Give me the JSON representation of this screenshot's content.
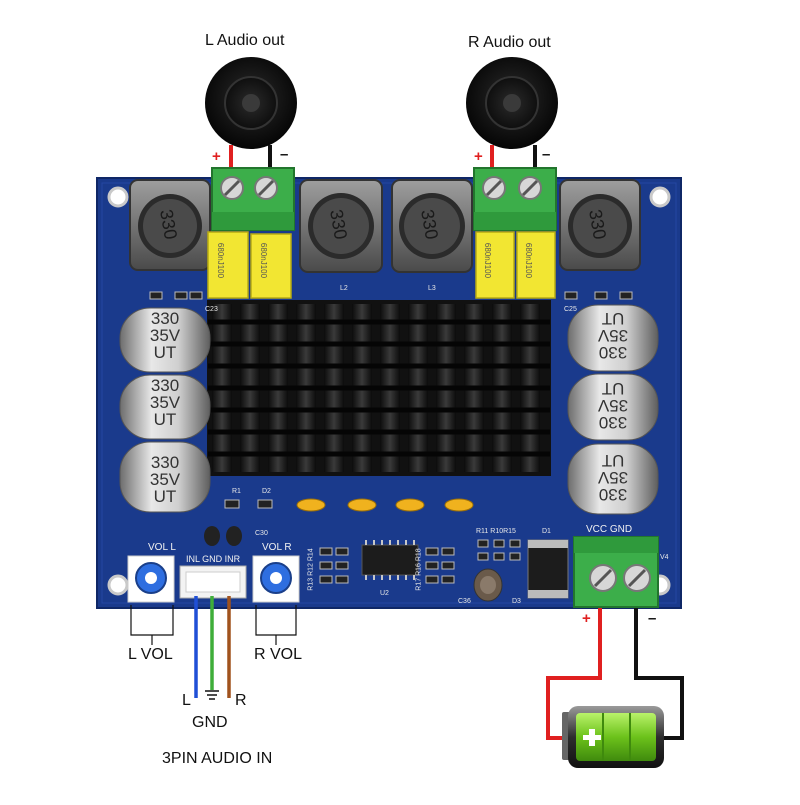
{
  "speakers": {
    "left": {
      "label": "L Audio out",
      "plus": "+",
      "minus": "–"
    },
    "right": {
      "label": "R Audio out",
      "plus": "+",
      "minus": "–"
    }
  },
  "inductors": {
    "marking": "330",
    "labels": [
      "L2",
      "L3"
    ]
  },
  "film_caps": {
    "marking": "680nJ100"
  },
  "electrolytic": {
    "line1": "330",
    "line2": "35V",
    "line3": "UT"
  },
  "board_labels": {
    "vol_l": "VOL  L",
    "vol_r": "VOL  R",
    "input_pins": "INL  GND  INR",
    "power": "VCC  GND",
    "c30": "C30",
    "u2": "U2",
    "d1": "D1",
    "d3": "D3",
    "c36": "C36",
    "r_top": "R11 R10R15",
    "v4": "V4",
    "r1": "R1",
    "d2": "D2",
    "c25": "C25",
    "c23": "C23",
    "r_left": "R13 R12 R14",
    "r_mid": "R17 R16 R18"
  },
  "wiring": {
    "l_vol": "L VOL",
    "r_vol": "R VOL",
    "pin_l": "L",
    "pin_r": "R",
    "gnd": "GND",
    "audio_in": "3PIN AUDIO IN",
    "bat_plus": "+",
    "bat_minus": "–"
  },
  "colors": {
    "pcb": "#1a3a8c",
    "heatsink": "#1b1b1b",
    "terminal": "#3cae4a",
    "film_cap": "#f2e632",
    "wire_red": "#e02020",
    "wire_black": "#111111",
    "wire_blue": "#1f4fd6",
    "wire_green": "#3fae3a",
    "wire_brown": "#a0521d",
    "battery": "#7ed321"
  }
}
